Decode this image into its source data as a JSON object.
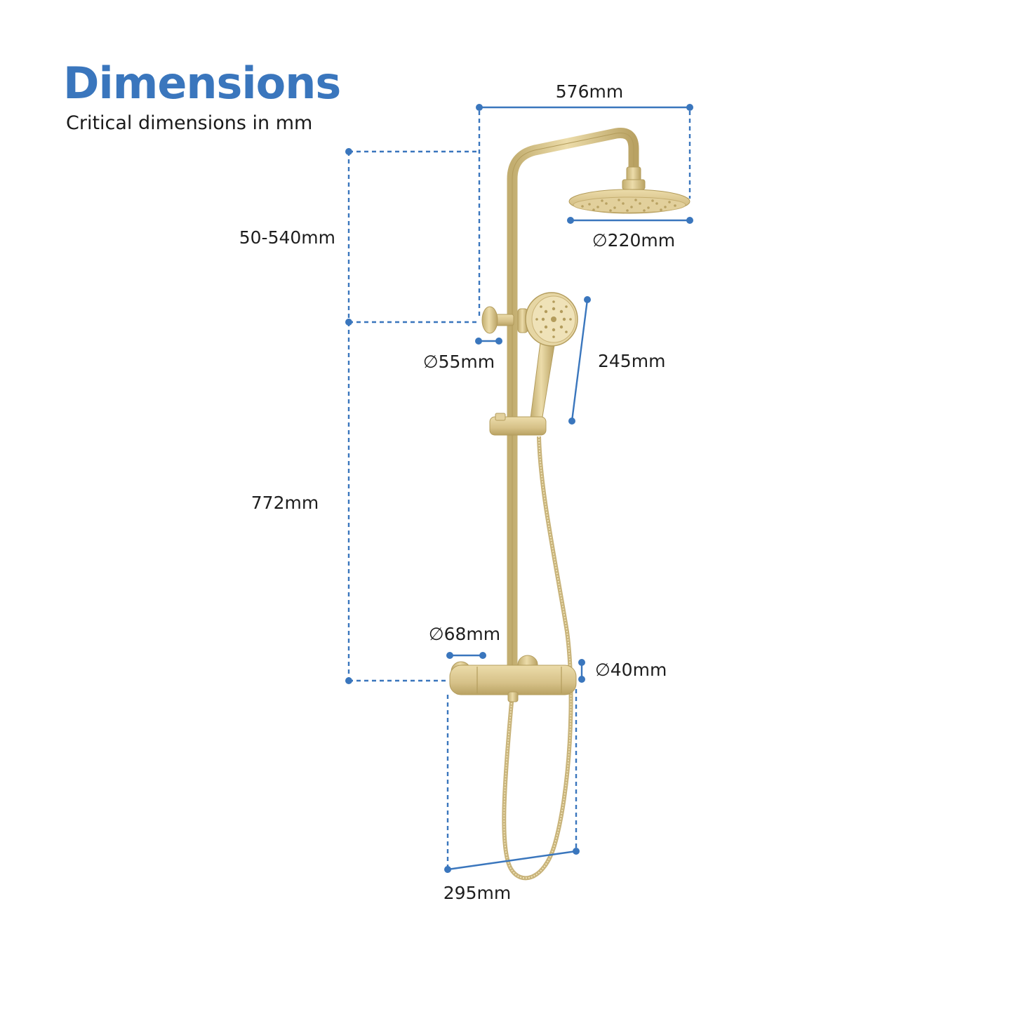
{
  "header": {
    "title": "Dimensions",
    "subtitle": "Critical dimensions in mm"
  },
  "colors": {
    "accent": "#3a76bd",
    "dimension_line": "#3a76bd",
    "brass": "#d8c48b",
    "brass_dark": "#b49d5e",
    "text": "#1e1e1e"
  },
  "dimensions": {
    "overall_width": "576mm",
    "head_height_range": "50-540mm",
    "rain_head_diameter": "∅220mm",
    "wall_bracket_diameter": "∅55mm",
    "hand_shower_length": "245mm",
    "rail_length": "772mm",
    "valve_rosette_diameter": "∅68mm",
    "valve_body_diameter": "∅40mm",
    "valve_width": "295mm"
  }
}
